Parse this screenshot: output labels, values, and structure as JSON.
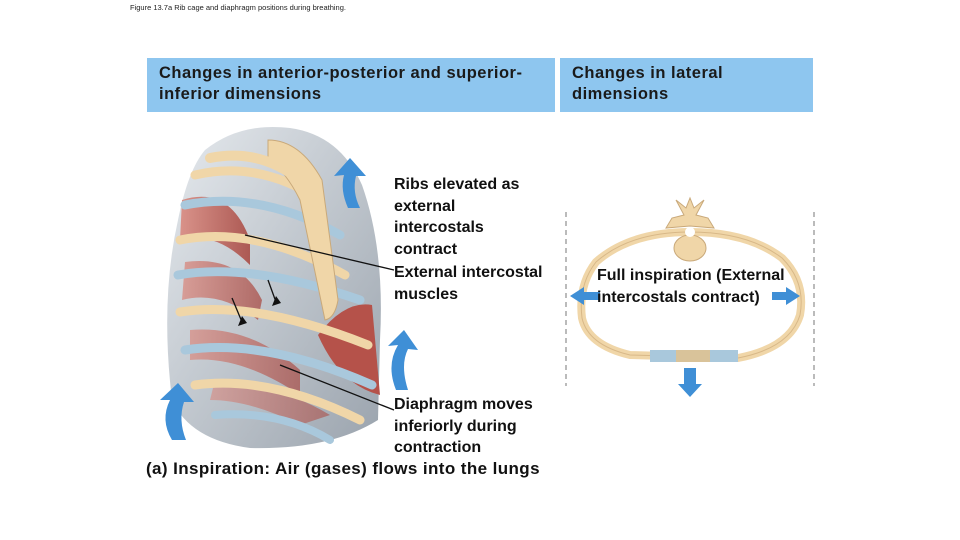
{
  "figure_caption": "Figure 13.7a Rib cage and diaphragm positions during breathing.",
  "headers": {
    "left": "Changes in anterior-posterior and superior-inferior dimensions",
    "right": "Changes in lateral dimensions"
  },
  "labels": {
    "ribs_elevated": "Ribs elevated as external intercostals contract",
    "external_intercostal": "External intercostal muscles",
    "full_inspiration": "Full inspiration (External intercostals contract)",
    "diaphragm": "Diaphragm moves inferiorly during contraction"
  },
  "panel_caption": "(a) Inspiration: Air (gases) flows into the lungs",
  "colors": {
    "header_bg": "#8ec6ef",
    "arrow_blue": "#3f8fd6",
    "bone": "#f0d6a8",
    "cartilage": "#a9c8dc",
    "muscle": "#c8675e",
    "lung_gray": "#b8bfc8"
  }
}
